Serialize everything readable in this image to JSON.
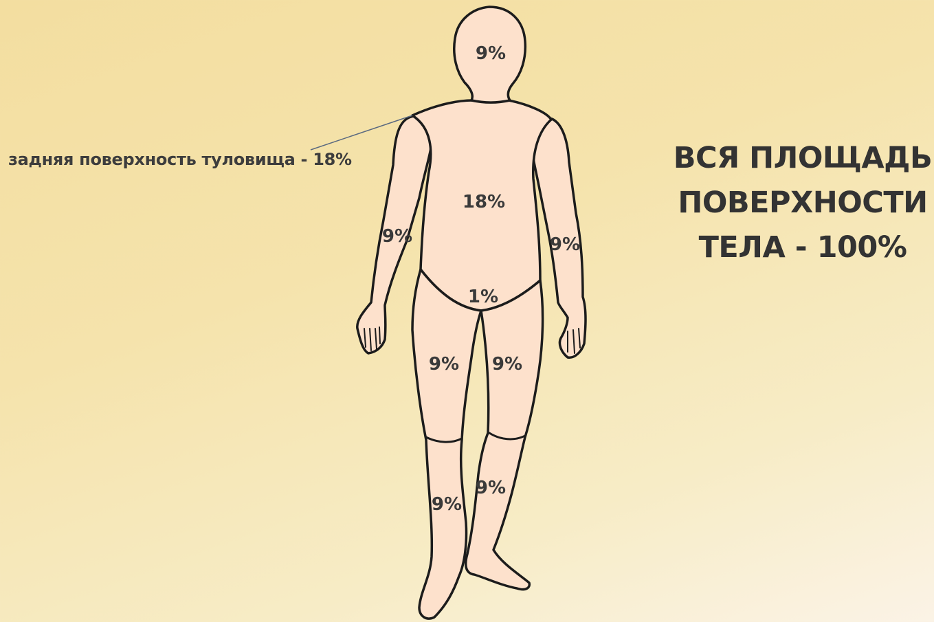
{
  "labels": {
    "head": "9%",
    "torso_front": "18%",
    "left_arm": "9%",
    "right_arm": "9%",
    "groin": "1%",
    "left_thigh": "9%",
    "right_thigh": "9%",
    "left_shin": "9%",
    "right_shin": "9%"
  },
  "back_surface_label": "задняя поверхность туловища - 18%",
  "total_caption": {
    "line1": "ВСЯ ПЛОЩАДЬ",
    "line2": "ПОВЕРХНОСТИ",
    "line3": "ТЕЛА - 100%"
  },
  "colors": {
    "skin": "#fde1cc",
    "outline": "#1c1c1c",
    "background": "#f3dea0"
  }
}
